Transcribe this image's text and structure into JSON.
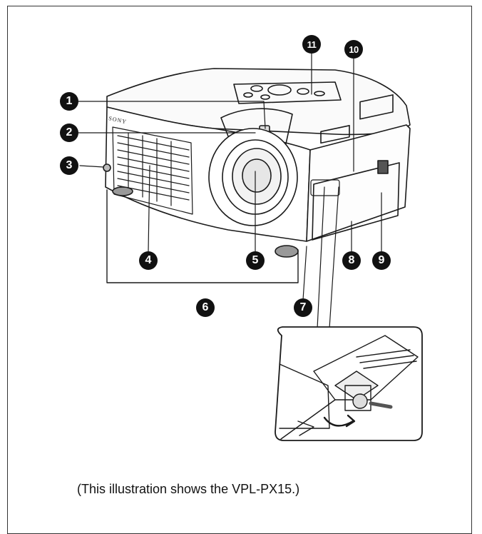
{
  "figure": {
    "brand_text": "SONY",
    "callouts": [
      {
        "num": "1"
      },
      {
        "num": "2"
      },
      {
        "num": "3"
      },
      {
        "num": "4"
      },
      {
        "num": "5"
      },
      {
        "num": "6"
      },
      {
        "num": "7"
      },
      {
        "num": "8"
      },
      {
        "num": "9"
      },
      {
        "num": "10"
      },
      {
        "num": "11"
      }
    ]
  },
  "caption": "(This illustration shows the VPL-PX15.)"
}
